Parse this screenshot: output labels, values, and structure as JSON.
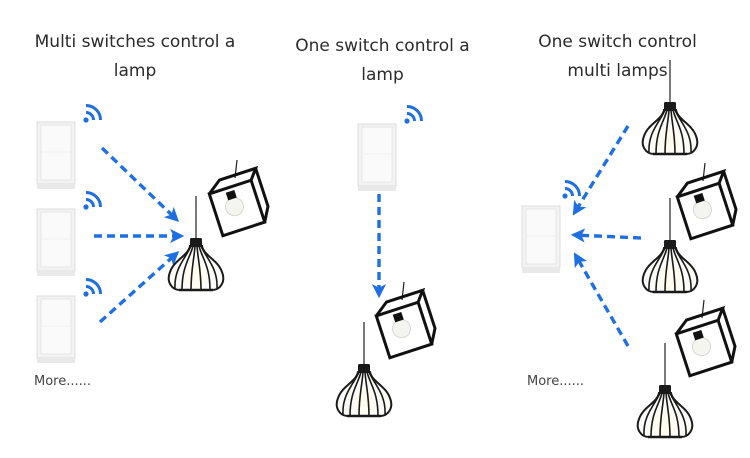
{
  "panels": [
    {
      "title_line1": "Multi switches control a",
      "title_line2": "lamp",
      "more": "More......"
    },
    {
      "title_line1": "One switch control a",
      "title_line2": "lamp"
    },
    {
      "title_line1": "One switch control",
      "title_line2": "multi lamps",
      "more": "More......"
    }
  ],
  "colors": {
    "arrow": "#1f6fe0",
    "wifi": "#1f6fe0",
    "lamp_frame": "#1a1a1a",
    "switch_face": "#f1f1f1"
  },
  "icons": [
    "wall-switch-icon",
    "wifi-icon",
    "pendant-lamp-icon",
    "cube-lamp-icon"
  ]
}
